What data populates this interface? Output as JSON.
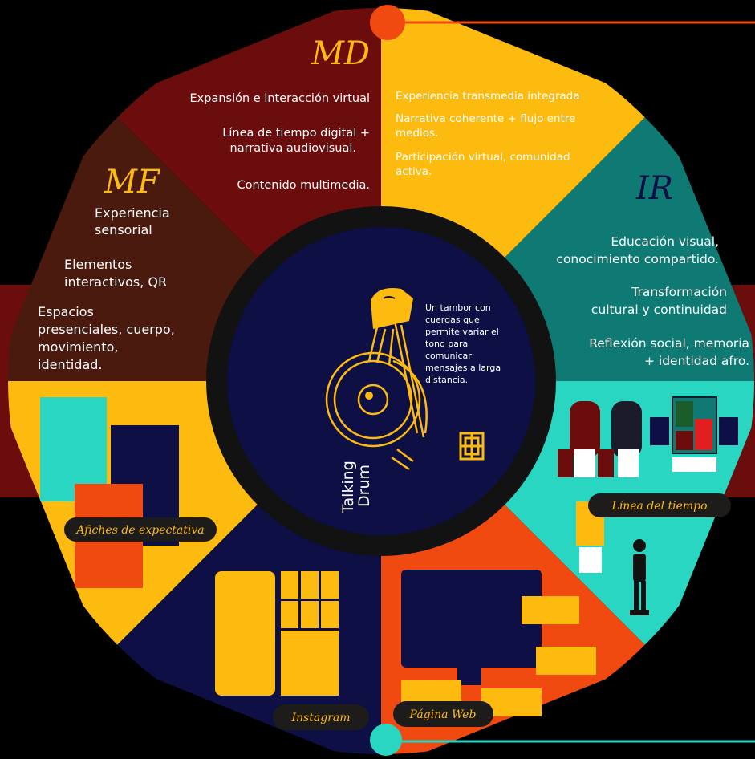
{
  "colors": {
    "background": "#000000",
    "md": "#6b0d0d",
    "cdf": "#fdbb10",
    "mf": "#4a1a0e",
    "ir": "#0f7a74",
    "ir_lower": "#29d6c2",
    "left_lower": "#fdbb10",
    "bottom_left": "#0d0f45",
    "bottom_right": "#f04a10",
    "center": "#0d0f45",
    "ring": "#111111",
    "accent_orange": "#f04a10",
    "accent_teal": "#29d6c2",
    "text_light": "#ffffff",
    "text_gold": "#fdbb10",
    "pill_bg": "#1e1b1b"
  },
  "sections": {
    "md": {
      "title": "MD",
      "items": [
        "Expansión e interacción virtual",
        [
          "Línea de tiempo digital +",
          "narrativa audiovisual."
        ],
        "Contenido multimedia."
      ]
    },
    "cdf": {
      "title": "CDF",
      "items": [
        "Experiencia transmedia integrada",
        [
          "Narrativa coherente + flujo entre",
          "medios."
        ],
        [
          "Participación virtual, comunidad",
          "activa."
        ]
      ]
    },
    "mf": {
      "title": "MF",
      "items": [
        [
          "Experiencia",
          "sensorial"
        ],
        [
          "Elementos",
          "interactivos, QR"
        ],
        [
          "Espacios",
          "presenciales, cuerpo,",
          "movimiento,",
          "identidad."
        ]
      ]
    },
    "ir": {
      "title": "IR",
      "items": [
        [
          "Educación visual,",
          "conocimiento compartido."
        ],
        [
          "Transformación",
          "cultural y continuidad"
        ],
        [
          "Reflexión social,  memoria",
          "+ identidad afro."
        ]
      ]
    }
  },
  "center": {
    "description": [
      "Un tambor con",
      "cuerdas que",
      "permite variar el",
      "tono para",
      "comunicar",
      "mensajes a larga",
      "distancia."
    ],
    "name_line1": "Talking",
    "name_line2": "Drum",
    "drum_icon": "talking-drum-icon",
    "symbol_icon": "adinkra-symbol-icon"
  },
  "labels": {
    "afiches": "Afiches de expectativa",
    "instagram": "Instagram",
    "pagina_web": "Página Web",
    "linea_tiempo": "Línea del tiempo"
  }
}
